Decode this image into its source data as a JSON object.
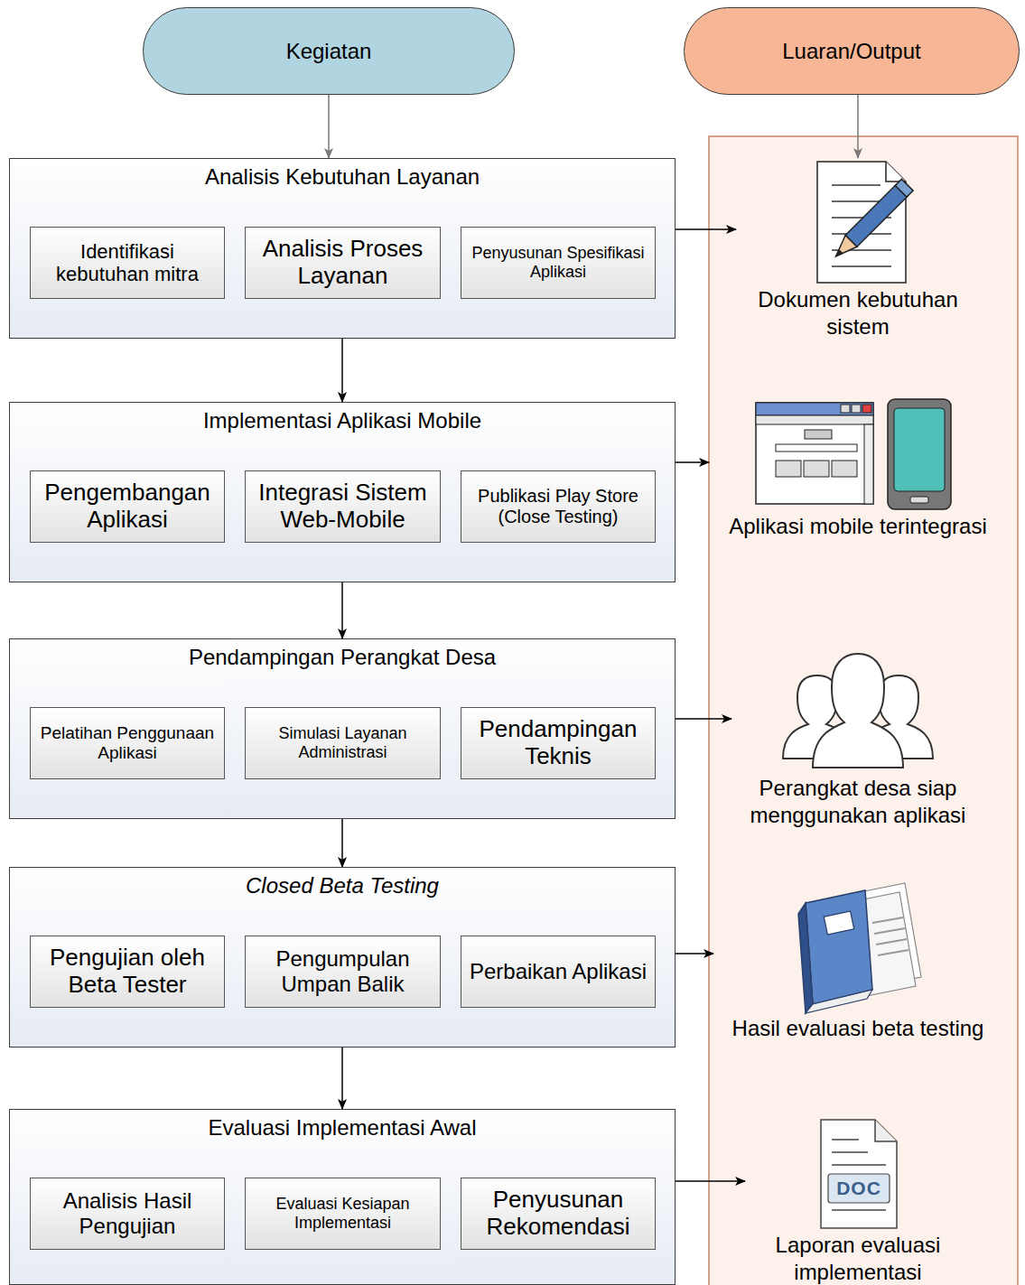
{
  "diagram": {
    "nodes": [
      {
        "text": [
          "Kegiatan"
        ]
      },
      {
        "text": [
          "Luaran/Output"
        ]
      },
      {
        "text": [
          "Analisis Kebutuhan Layanan"
        ]
      },
      {
        "text": [
          "Identifikasi kebutuhan mitra"
        ],
        "in": 2
      },
      {
        "text": [
          "Analisis Proses Layanan"
        ],
        "in": 2
      },
      {
        "text": [
          "Penyusunan Spesifikasi Aplikasi"
        ],
        "in": 2
      },
      {
        "text": [
          "Implementasi Aplikasi Mobile"
        ]
      },
      {
        "text": [
          "Pengembangan Aplikasi"
        ],
        "in": 6
      },
      {
        "text": [
          "Integrasi Sistem Web-Mobile"
        ],
        "in": 6
      },
      {
        "text": [
          "Publikasi Play Store (Close Testing)"
        ],
        "in": 6
      },
      {
        "text": [
          "Pendampingan Perangkat Desa"
        ]
      },
      {
        "text": [
          "Pelatihan Penggunaan Aplikasi"
        ],
        "in": 10
      },
      {
        "text": [
          "Simulasi Layanan Administrasi"
        ],
        "in": 10
      },
      {
        "text": [
          "Pendampingan Teknis"
        ],
        "in": 10
      },
      {
        "text": [
          "Closed Beta Testing"
        ]
      },
      {
        "text": [
          "Pengujian oleh Beta Tester"
        ],
        "in": 14
      },
      {
        "text": [
          "Pengumpulan Umpan Balik"
        ],
        "in": 14
      },
      {
        "text": [
          "Perbaikan Aplikasi"
        ],
        "in": 14
      },
      {
        "text": [
          "Evaluasi Implementasi Awal"
        ]
      },
      {
        "text": [
          "Analisis Hasil Pengujian"
        ],
        "in": 18
      },
      {
        "text": [
          "Evaluasi Kesiapan Implementasi"
        ],
        "in": 18
      },
      {
        "text": [
          "Penyusunan Rekomendasi"
        ],
        "in": 18
      },
      {
        "text": [
          "Dokumen kebutuhan sistem"
        ]
      },
      {
        "text": [
          "Aplikasi mobile terintegrasi"
        ]
      },
      {
        "text": [
          "Perangkat desa siap menggunakan aplikasi"
        ]
      },
      {
        "text": [
          "Hasil evaluasi beta testing"
        ]
      },
      {
        "text": [
          "Laporan evaluasi implementasi"
        ]
      }
    ],
    "edges": [
      {
        "from": 0,
        "to": 2,
        "arrow": "to"
      },
      {
        "from": 1,
        "to": 22,
        "arrow": "to"
      },
      {
        "from": 3,
        "to": 4,
        "arrow": "to"
      },
      {
        "from": 4,
        "to": 5,
        "arrow": "to"
      },
      {
        "from": 2,
        "to": 22,
        "arrow": "to"
      },
      {
        "from": 2,
        "to": 6,
        "arrow": "to"
      },
      {
        "from": 7,
        "to": 8,
        "arrow": "to"
      },
      {
        "from": 8,
        "to": 9,
        "arrow": "to"
      },
      {
        "from": 6,
        "to": 23,
        "arrow": "to"
      },
      {
        "from": 6,
        "to": 10,
        "arrow": "to"
      },
      {
        "from": 11,
        "to": 12,
        "arrow": "to"
      },
      {
        "from": 12,
        "to": 13,
        "arrow": "to"
      },
      {
        "from": 10,
        "to": 24,
        "arrow": "to"
      },
      {
        "from": 10,
        "to": 14,
        "arrow": "to"
      },
      {
        "from": 15,
        "to": 16,
        "arrow": "to"
      },
      {
        "from": 16,
        "to": 17,
        "arrow": "to"
      },
      {
        "from": 14,
        "to": 25,
        "arrow": "to"
      },
      {
        "from": 14,
        "to": 18,
        "arrow": "to"
      },
      {
        "from": 19,
        "to": 20,
        "arrow": "to"
      },
      {
        "from": 20,
        "to": 21,
        "arrow": "to"
      },
      {
        "from": 18,
        "to": 26,
        "arrow": "to"
      }
    ],
    "labels": [
      "DOC"
    ]
  }
}
